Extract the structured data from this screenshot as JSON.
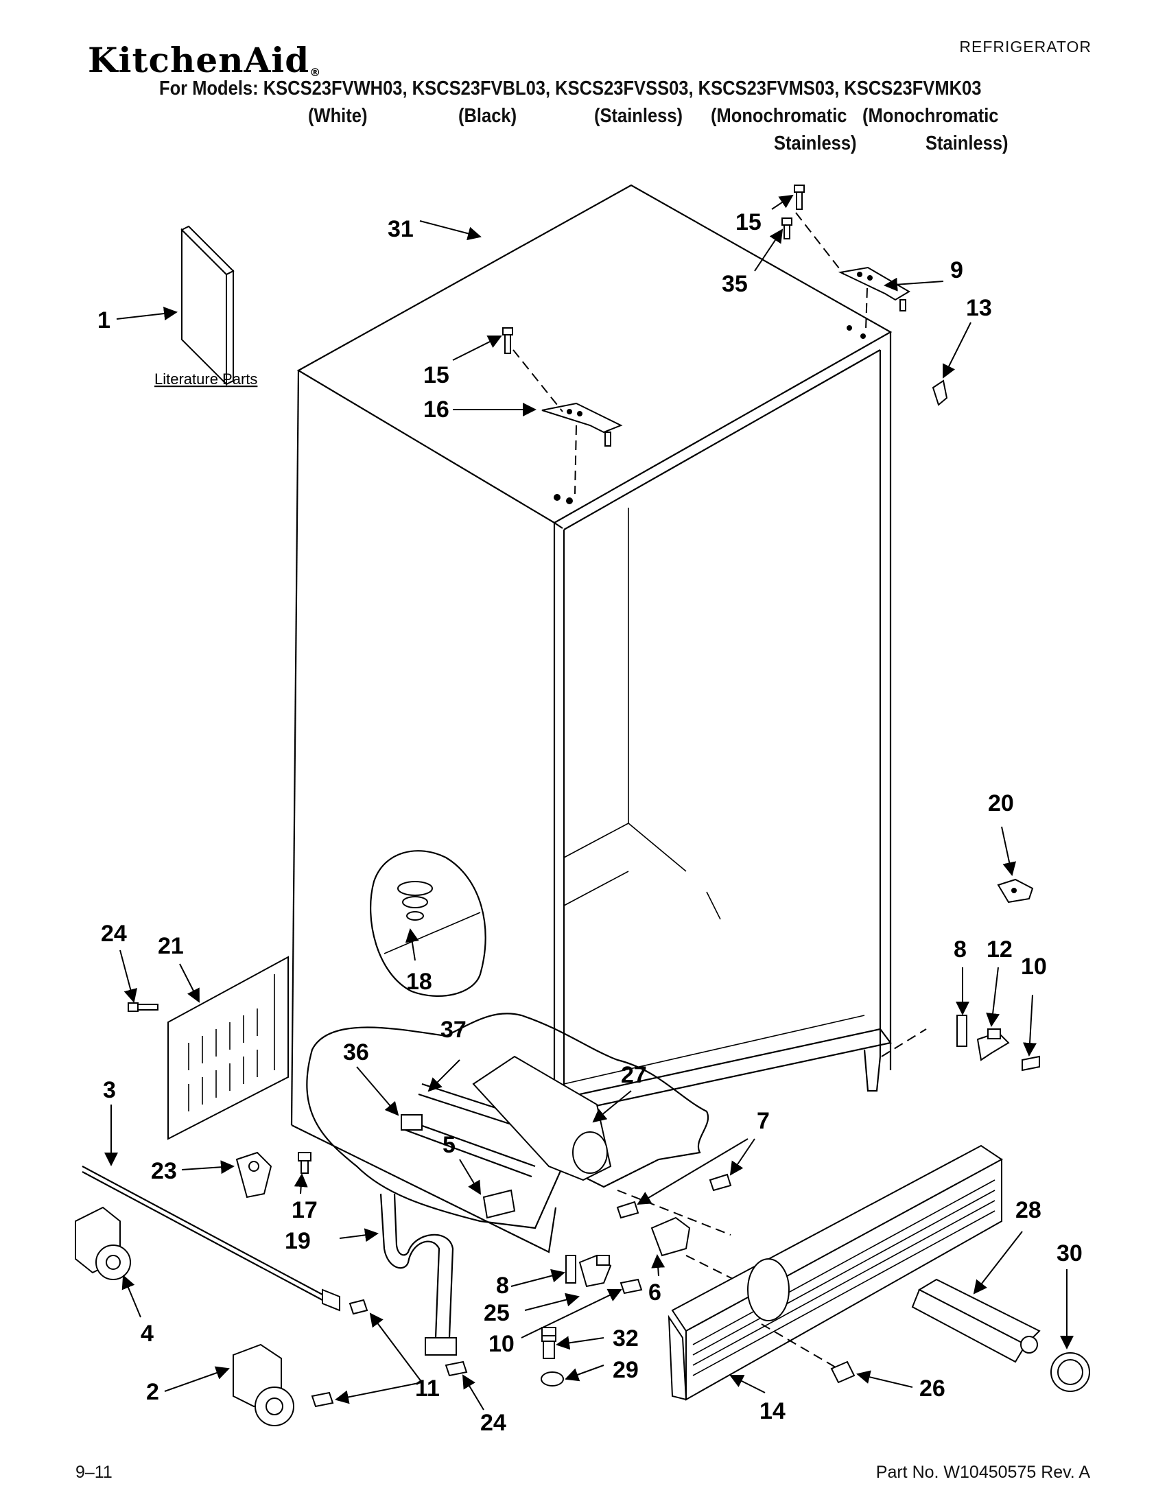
{
  "header": {
    "brand": "KitchenAid",
    "brand_mark": "®",
    "doc_type": "REFRIGERATOR",
    "models_line": "For Models: KSCS23FVWH03, KSCS23FVBL03, KSCS23FVSS03, KSCS23FVMS03, KSCS23FVMK03",
    "variants": [
      "(White)",
      "(Black)",
      "(Stainless)",
      "(Monochromatic",
      "(Monochromatic"
    ],
    "variants_line2": [
      "Stainless)",
      "Stainless)"
    ]
  },
  "diagram": {
    "literature_label": "Literature Parts",
    "callouts": {
      "c1": "1",
      "c2": "2",
      "c3": "3",
      "c4": "4",
      "c5": "5",
      "c6": "6",
      "c7": "7",
      "c8a": "8",
      "c8b": "8",
      "c9": "9",
      "c10a": "10",
      "c10b": "10",
      "c11": "11",
      "c12": "12",
      "c13": "13",
      "c14": "14",
      "c15a": "15",
      "c15b": "15",
      "c16": "16",
      "c17": "17",
      "c18": "18",
      "c19": "19",
      "c20": "20",
      "c21": "21",
      "c23": "23",
      "c24a": "24",
      "c24b": "24",
      "c25": "25",
      "c26": "26",
      "c27": "27",
      "c28": "28",
      "c29": "29",
      "c30": "30",
      "c31": "31",
      "c32": "32",
      "c35": "35",
      "c36": "36",
      "c37": "37"
    }
  },
  "footer": {
    "date": "9–11",
    "part_no": "Part No. W10450575 Rev. A"
  }
}
